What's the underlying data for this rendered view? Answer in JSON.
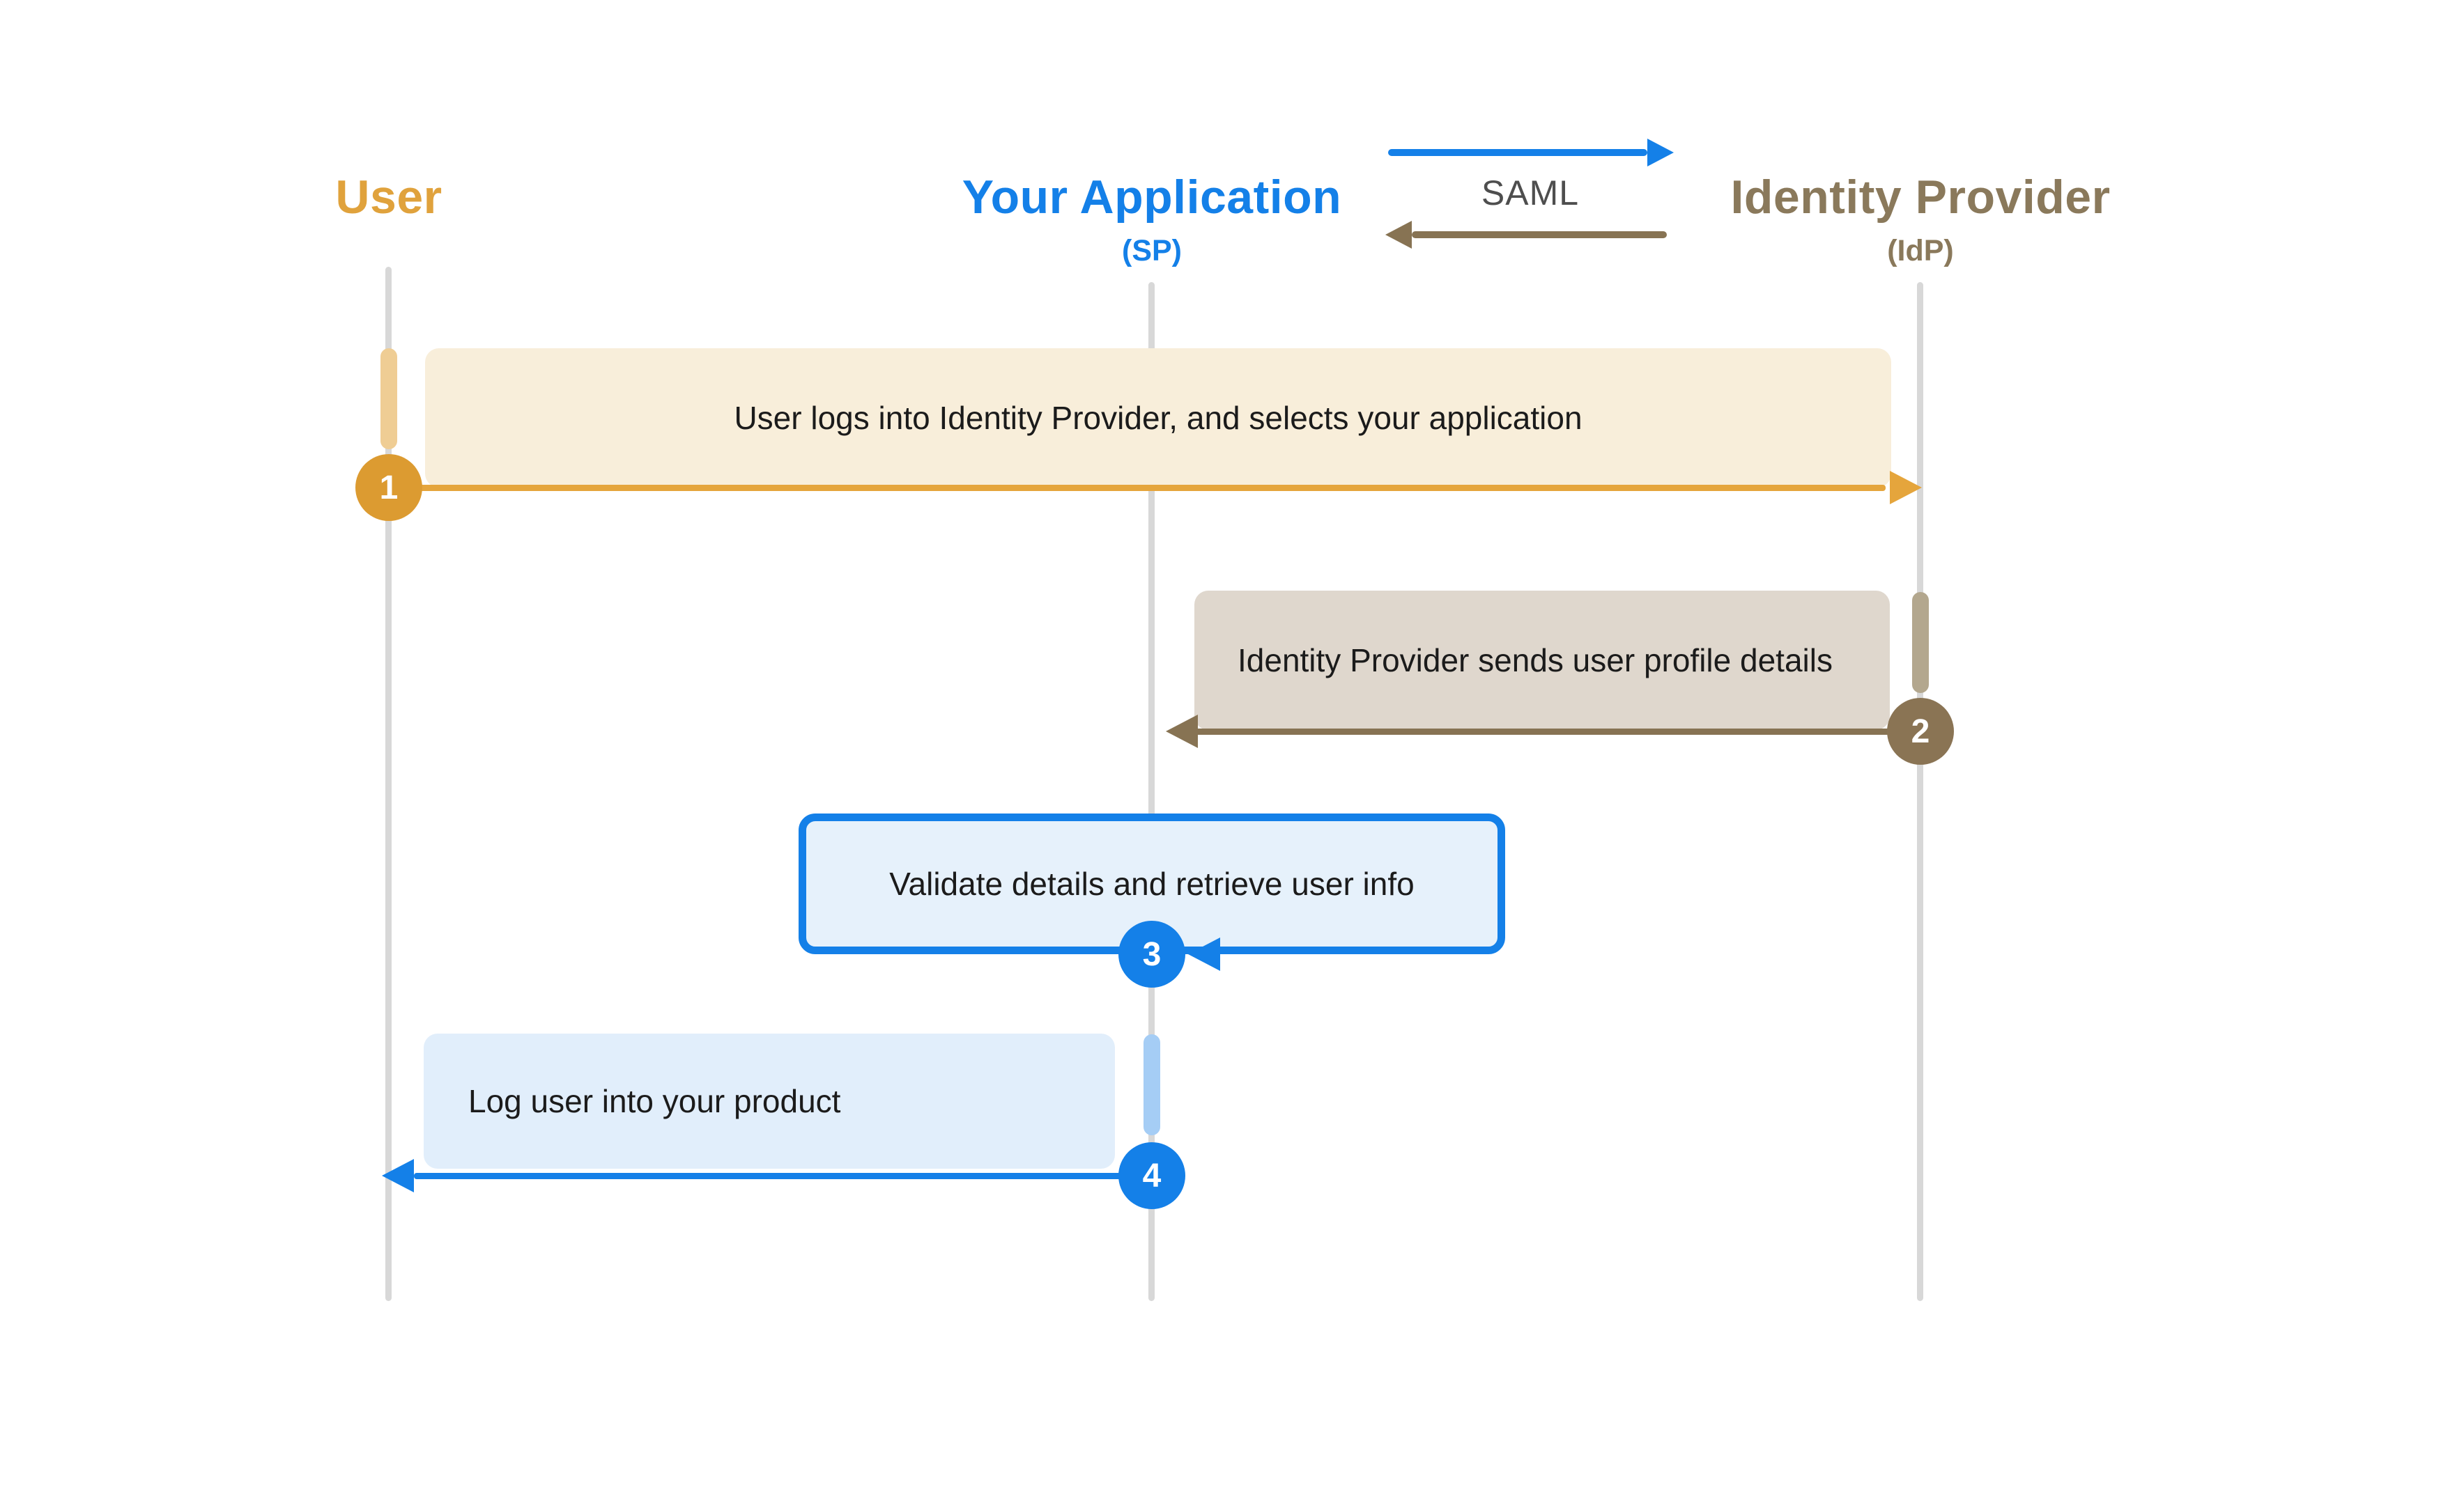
{
  "actors": [
    {
      "label": "User",
      "sublabel": "",
      "color": "#E0A23C"
    },
    {
      "label": "Your Application",
      "sublabel": "(SP)",
      "color": "#1480E8"
    },
    {
      "label": "Identity Provider",
      "sublabel": "(IdP)",
      "color": "#8A795B"
    }
  ],
  "legend": {
    "label": "SAML"
  },
  "steps": [
    {
      "num": "1",
      "text": "User logs into Identity Provider, and selects your application"
    },
    {
      "num": "2",
      "text": "Identity Provider sends user profile details"
    },
    {
      "num": "3",
      "text": "Validate details and retrieve user info"
    },
    {
      "num": "4",
      "text": "Log user into your product"
    }
  ],
  "colors": {
    "background": "#FFFFFF",
    "orange-title": "#E0A23C",
    "orange-main": "#E5A53C",
    "orange-circle": "#DC9B31",
    "orange-activation": "#EFCD94",
    "orange-box-fill": "#F8EEDA",
    "brown-title": "#8A795B",
    "brown-main": "#877353",
    "brown-circle": "#8A7454",
    "brown-activation": "#B3A78E",
    "brown-box-fill": "#DFD7CD",
    "blue-main": "#1480E8",
    "blue-activation": "#A5CDF5",
    "blue-box3-fill": "#E6F1FB",
    "blue-box4-fill": "#E1EEFB",
    "saml-text": "#4E4E4E",
    "lifeline": "#D8D8D8",
    "box-text": "#1B1B1B"
  }
}
